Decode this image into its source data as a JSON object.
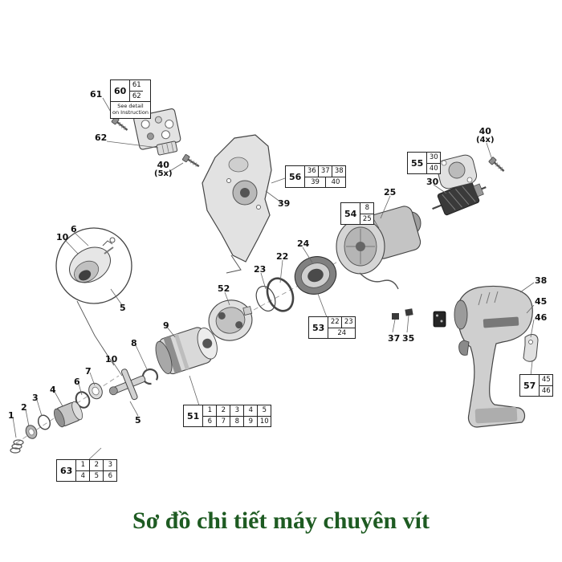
{
  "page": {
    "background": "#ffffff"
  },
  "title": {
    "text": "Sơ đồ chi tiết máy chuyên vít",
    "color": "#1e5b22"
  },
  "labels": {
    "l61": "61",
    "l62": "62",
    "l40a": "40",
    "l40a_qty": "(5x)",
    "l39": "39",
    "l40b": "40",
    "l40b_qty": "(4x)",
    "l30": "30",
    "l25": "25",
    "l24": "24",
    "l22": "22",
    "l23": "23",
    "l52": "52",
    "l37": "37",
    "l35": "35",
    "l38": "38",
    "l45": "45",
    "l46": "46",
    "l9": "9",
    "l8": "8",
    "l10b": "10",
    "l7": "7",
    "l6b": "6",
    "l4": "4",
    "l3": "3",
    "l2": "2",
    "l1": "1",
    "l5b": "5",
    "l10a": "10",
    "l6a": "6",
    "l5a": "5"
  },
  "callouts": {
    "c60": {
      "id": "60",
      "r1": "61",
      "r2": "62",
      "note1": "See detail",
      "note2": "on Instruction"
    },
    "c56": {
      "id": "56",
      "r1": [
        "36",
        "37",
        "38"
      ],
      "r2": [
        "39",
        "40"
      ]
    },
    "c55": {
      "id": "55",
      "r1": "30",
      "r2": "40"
    },
    "c54": {
      "id": "54",
      "r1": "8",
      "r2": "25"
    },
    "c53": {
      "id": "53",
      "r1": [
        "22",
        "23"
      ],
      "r2": [
        "24"
      ]
    },
    "c51": {
      "id": "51",
      "r1": [
        "1",
        "2",
        "3",
        "4",
        "5"
      ],
      "r2": [
        "6",
        "7",
        "8",
        "9",
        "10"
      ]
    },
    "c57": {
      "id": "57",
      "r1": "45",
      "r2": "46"
    },
    "c63": {
      "id": "63",
      "r1": [
        "1",
        "2",
        "3"
      ],
      "r2": [
        "4",
        "5",
        "6"
      ]
    }
  }
}
